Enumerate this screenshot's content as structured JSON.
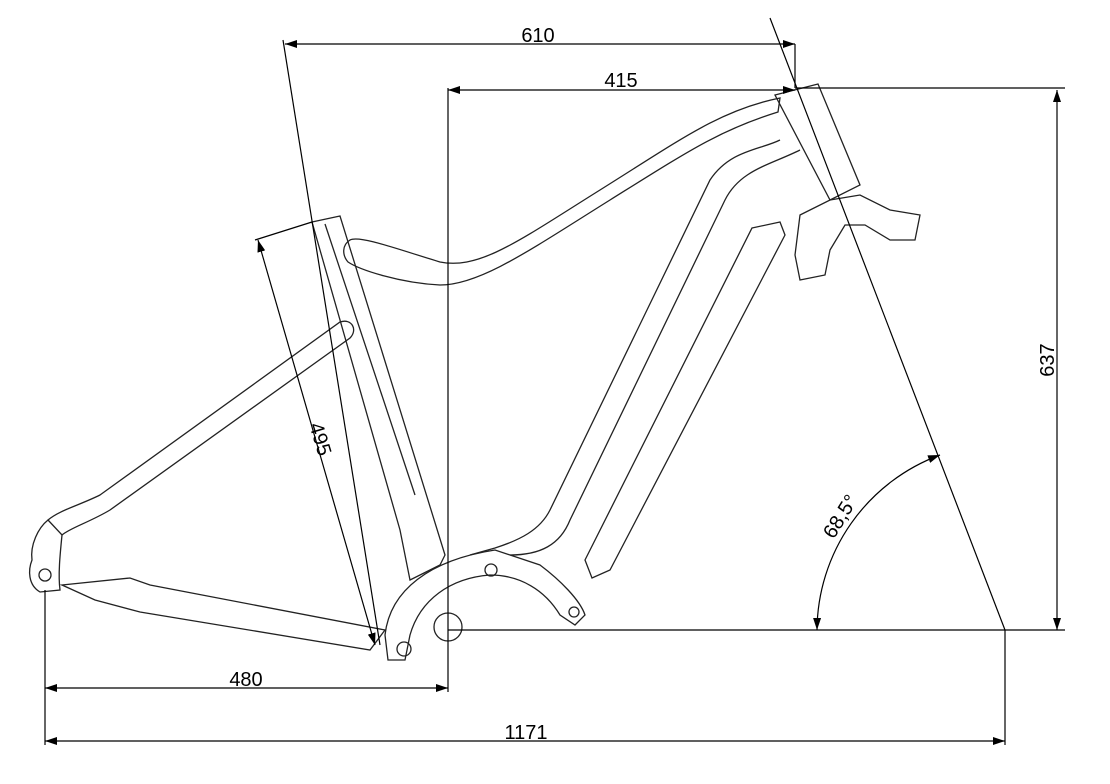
{
  "dimensions": {
    "reach_top": "610",
    "reach": "415",
    "stack": "637",
    "seat_tube": "495",
    "head_angle": "68,5°",
    "chainstay": "480",
    "wheelbase": "1171"
  },
  "colors": {
    "line": "#000000",
    "background": "#ffffff"
  }
}
